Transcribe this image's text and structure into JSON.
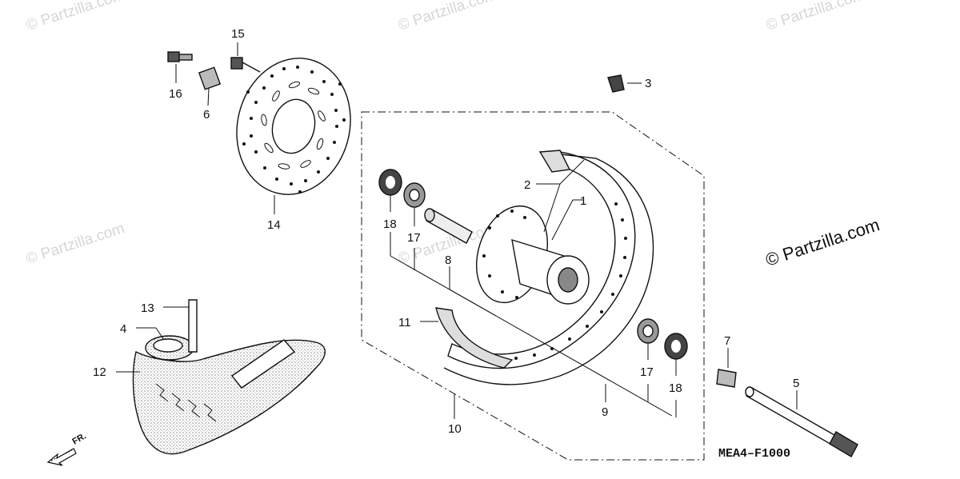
{
  "watermark": "© Partzilla.com",
  "copyright": "© Partzilla.com",
  "diagram_code": "MEA4–F1000",
  "direction_label": "FR.",
  "callouts": [
    "1",
    "2",
    "3",
    "4",
    "5",
    "6",
    "7",
    "8",
    "9",
    "10",
    "11",
    "12",
    "13",
    "14",
    "15",
    "16",
    "17",
    "17",
    "18",
    "18"
  ],
  "parts": {
    "hub": "wheel-hub",
    "rim": "wheel-rim",
    "disc": "brake-disc",
    "tire": "tire",
    "axle": "front-axle"
  }
}
